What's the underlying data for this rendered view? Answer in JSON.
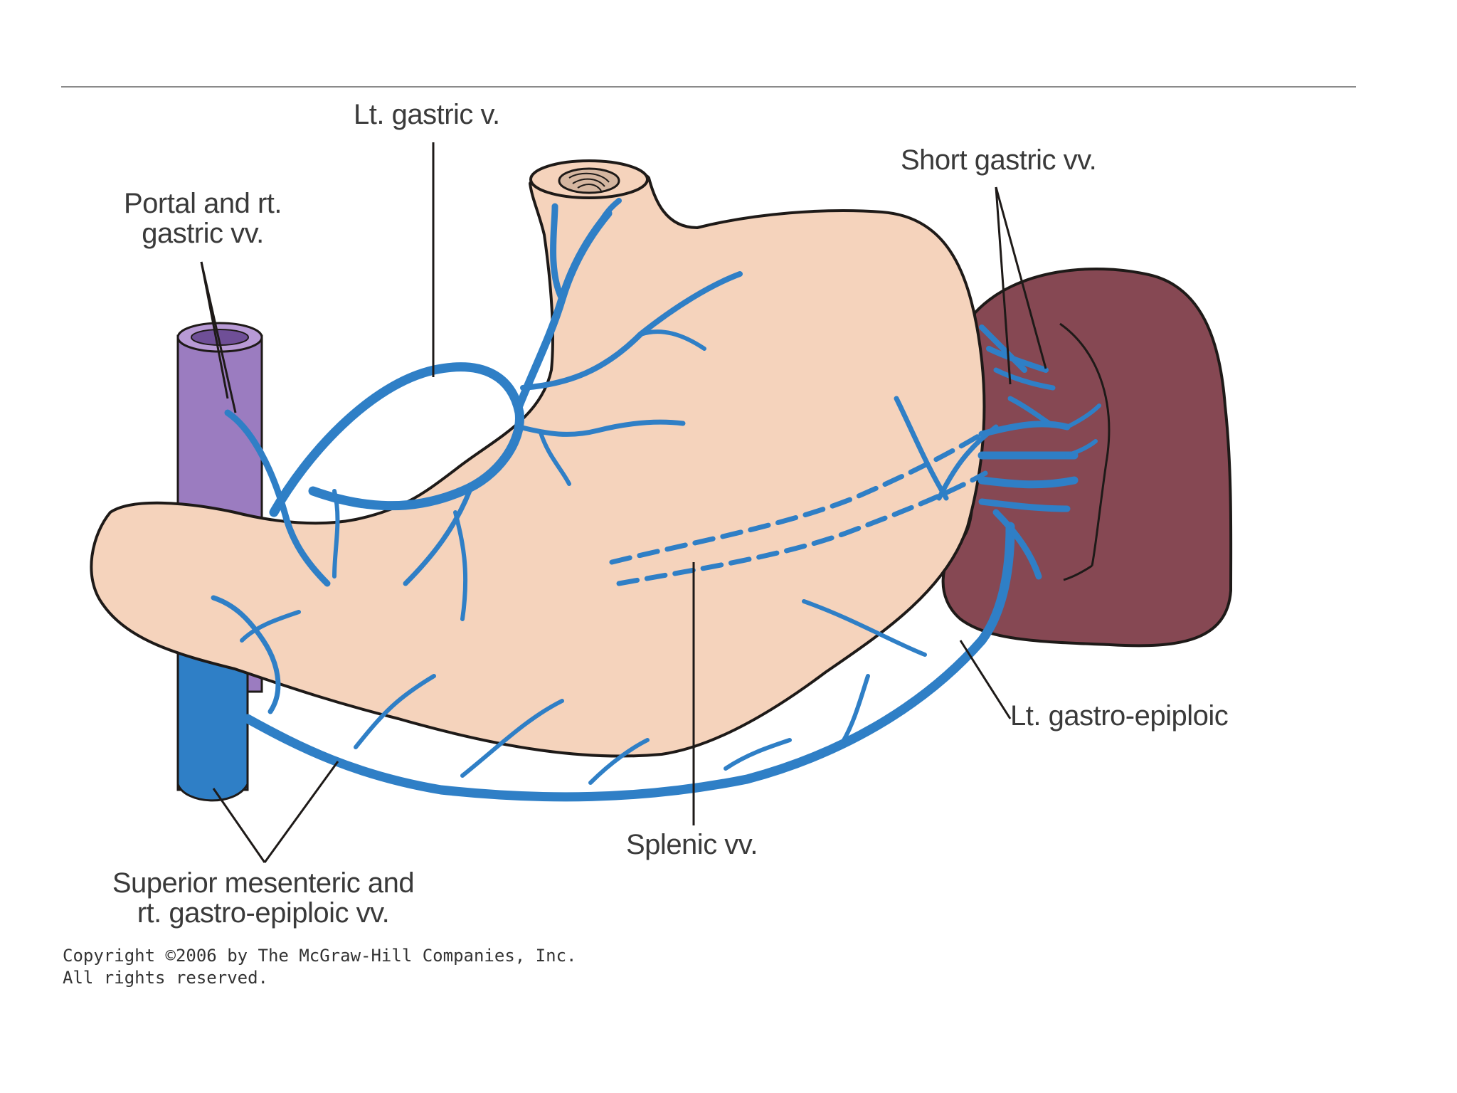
{
  "labels": {
    "lt_gastric": "Lt. gastric v.",
    "portal_line1": "Portal and rt.",
    "portal_line2": "gastric vv.",
    "short_gastric": "Short gastric vv.",
    "lt_gastro_epiploic": "Lt. gastro-epiploic",
    "splenic": "Splenic vv.",
    "sup_mes_line1": "Superior mesenteric and",
    "sup_mes_line2": "rt. gastro-epiploic vv."
  },
  "copyright": {
    "line1": "Copyright ©2006 by The McGraw-Hill Companies, Inc.",
    "line2": "All rights reserved."
  },
  "colors": {
    "stomach": "#f5d3bc",
    "vein": "#2f7fc6",
    "portal_vein": "#9b7cc0",
    "spleen": "#864853",
    "outline": "#1e1a18",
    "rule": "#8a8a8a"
  }
}
